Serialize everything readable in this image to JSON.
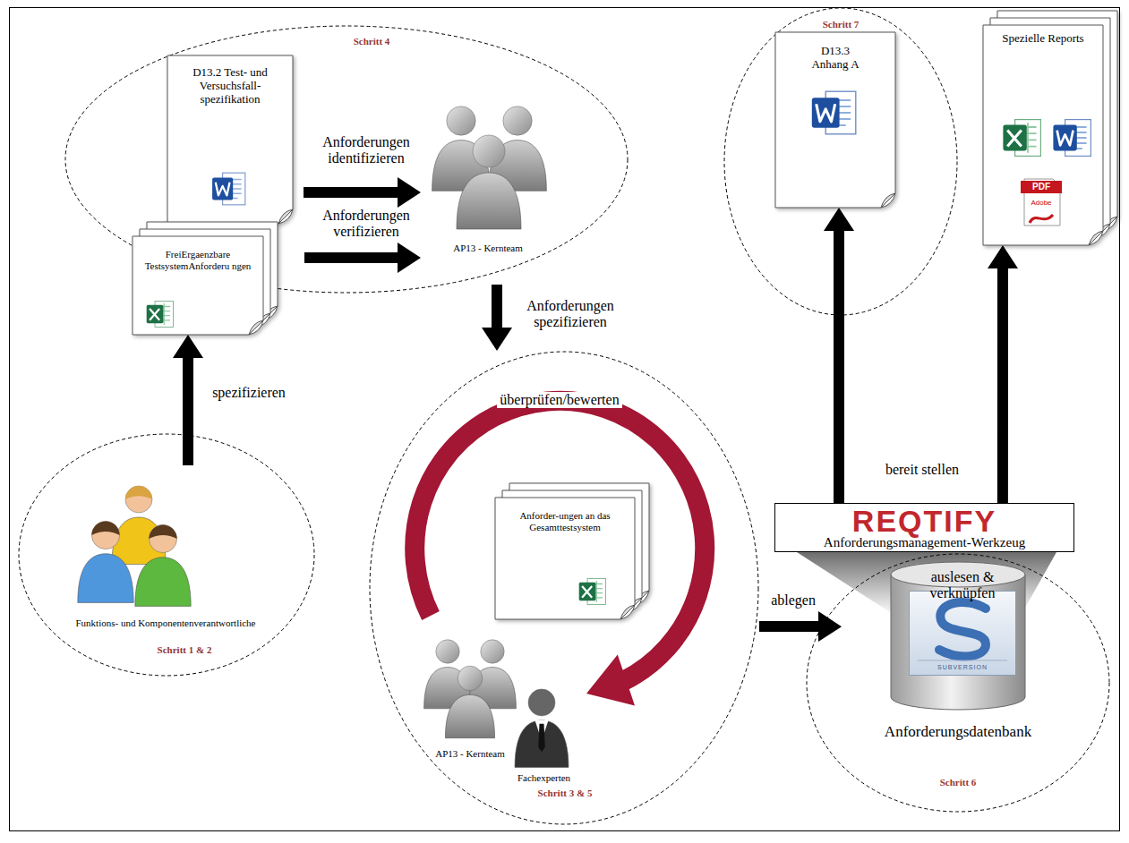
{
  "diagram": {
    "nodes": [
      {
        "text": [
          "Schritt 4"
        ]
      },
      {
        "text": [
          "D13.2 Test- und Versuchsfall-spezifikation"
        ],
        "in": 0
      },
      {
        "text": [
          "AP13 - Kernteam"
        ],
        "in": 0
      },
      {
        "text": [
          "FreiErgaenzbare TestsystemAnforderu ngen"
        ]
      },
      {
        "text": [
          "Schritt 1 & 2"
        ]
      },
      {
        "text": [
          "Funktions- und Komponentenverantwortliche"
        ],
        "in": 4
      },
      {
        "text": [
          "Schritt 3 & 5"
        ]
      },
      {
        "text": [
          "Anforder-ungen an das Gesamttestsystem"
        ],
        "in": 6
      },
      {
        "text": [
          "AP13 - Kernteam"
        ],
        "in": 6
      },
      {
        "text": [
          "Fachexperten"
        ],
        "in": 6
      },
      {
        "text": [
          "Schritt 6"
        ]
      },
      {
        "text": [
          "Anforderungsdatenbank"
        ],
        "in": 10
      },
      {
        "text": [
          "Schritt 7"
        ]
      },
      {
        "text": [
          "D13.3 Anhang A"
        ],
        "in": 12
      },
      {
        "text": [
          "Spezielle Reports"
        ]
      },
      {
        "text": [
          "REQTIFY",
          "Anforderungsmanagement-Werkzeug"
        ]
      }
    ],
    "edges": [
      {
        "from": 1,
        "to": 2,
        "label": "Anforderungen identifizieren",
        "arrow": "to"
      },
      {
        "from": 3,
        "to": 2,
        "label": "Anforderungen verifizieren",
        "arrow": "to"
      },
      {
        "from": 5,
        "to": 3,
        "label": "spezifizieren",
        "arrow": "to"
      },
      {
        "from": 2,
        "to": 6,
        "label": "Anforderungen spezifizieren",
        "arrow": "to"
      },
      {
        "from": 8,
        "to": 9,
        "label": "überprüfen/bewerten",
        "arrow": "to"
      },
      {
        "from": 6,
        "to": 10,
        "label": "ablegen",
        "arrow": "to"
      },
      {
        "from": 11,
        "to": 15,
        "label": "auslesen & verknüpfen",
        "arrow": "none"
      },
      {
        "from": 15,
        "to": 13,
        "label": "bereit stellen",
        "arrow": "to"
      },
      {
        "from": 15,
        "to": 14,
        "arrow": "to"
      }
    ],
    "labels": [
      "SUBVERSION",
      "PDF",
      "Adobe"
    ]
  }
}
